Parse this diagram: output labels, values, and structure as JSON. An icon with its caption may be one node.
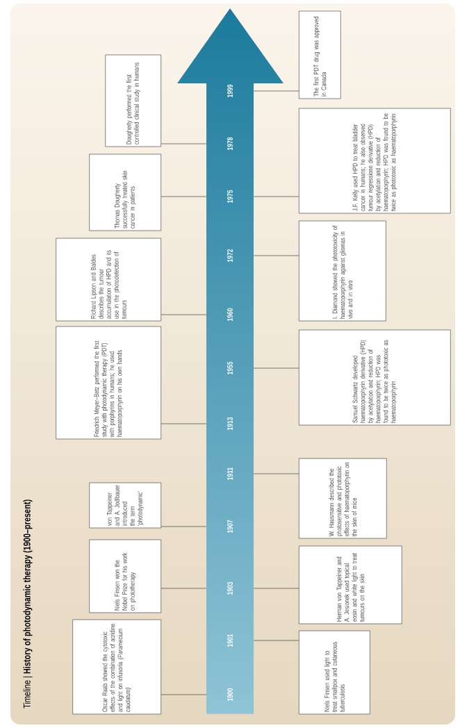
{
  "diagram": {
    "title": "Timeline | **History of photodynamic therapy (1900–present)**",
    "nodes": [
      {
        "text": [
          "Oscar Raab showed the cytotoxic effects of the combination of acridine and light on infusoria *(Paramecium caudatum)*"
        ]
      },
      {
        "text": [
          "Niels Finsen used light to treat smallpox and cutaneous tuberculosis"
        ]
      },
      {
        "text": [
          "Niels Finsen won the Nobel Prize for his work on phototherapy"
        ]
      },
      {
        "text": [
          "Herman von Tappeiner and A. Jesionek used topical eosin and white light to treat tumours on the skin"
        ]
      },
      {
        "text": [
          "von Tappeiner and A. Jodlbauer introduced the term 'photodynamic'"
        ]
      },
      {
        "text": [
          "W. Hausmann described the photosensitive and phototoxic effects of haematoporphyrin on the skin of mice"
        ]
      },
      {
        "text": [
          "Friedrich Meyer–Betz performed the first study with photodynamic therapy (PDT) with porphyrins in humans; he used haematoporphyrin on his own hands"
        ]
      },
      {
        "text": [
          "Samuel Schwartz developed haematoporphyrin derivative (HPD) by acetylation and reduction of haematoporphyrin; HPD was found to be twice as phototoxic as haematoporphyrin"
        ]
      },
      {
        "text": [
          "Richard Lipson and Baldes describes the tumour accumulation of HPD and its use in the photodetection of tumours"
        ]
      },
      {
        "text": [
          "I. Diamond showed the phototoxicity of haematoporphyrin against gliomas in vivo and in vitro"
        ]
      },
      {
        "text": [
          "Thomas Dougherty successfully treated skin cancer in patients"
        ]
      },
      {
        "text": [
          "J.F. Kelly used HPD to treat bladder cancer in humans; he also observed tumour regressionn derivative (HPD) by acetylation and reduction of haematoporphyrin; HPD was found to be twice as phototoxic as haematoporphyrin"
        ]
      },
      {
        "text": [
          "Dougherty performed the first controlled clinical study in humans"
        ]
      },
      {
        "text": [
          "The first PDT drug was approved in Canada"
        ]
      },
      {
        "text": [
          "1900"
        ]
      },
      {
        "text": [
          "1901"
        ]
      },
      {
        "text": [
          "1903"
        ]
      },
      {
        "text": [
          "1907"
        ]
      },
      {
        "text": [
          "1911"
        ]
      },
      {
        "text": [
          "1913"
        ]
      },
      {
        "text": [
          "1955"
        ]
      },
      {
        "text": [
          "1960"
        ]
      },
      {
        "text": [
          "1972"
        ]
      },
      {
        "text": [
          "1975"
        ]
      },
      {
        "text": [
          "1978"
        ]
      },
      {
        "text": [
          "1999"
        ]
      }
    ],
    "edges": [
      {
        "from": 0,
        "to": 14,
        "arrow": "none"
      },
      {
        "from": 1,
        "to": 15,
        "arrow": "none"
      },
      {
        "from": 2,
        "to": 16,
        "arrow": "none"
      },
      {
        "from": 3,
        "to": 16,
        "arrow": "none"
      },
      {
        "from": 4,
        "to": 17,
        "arrow": "none"
      },
      {
        "from": 5,
        "to": 18,
        "arrow": "none"
      },
      {
        "from": 6,
        "to": 19,
        "arrow": "none"
      },
      {
        "from": 7,
        "to": 20,
        "arrow": "none"
      },
      {
        "from": 8,
        "to": 21,
        "arrow": "none"
      },
      {
        "from": 9,
        "to": 22,
        "arrow": "none"
      },
      {
        "from": 10,
        "to": 23,
        "arrow": "none"
      },
      {
        "from": 11,
        "to": 23,
        "arrow": "none"
      },
      {
        "from": 12,
        "to": 24,
        "arrow": "none"
      },
      {
        "from": 13,
        "to": 25,
        "arrow": "none"
      }
    ]
  }
}
